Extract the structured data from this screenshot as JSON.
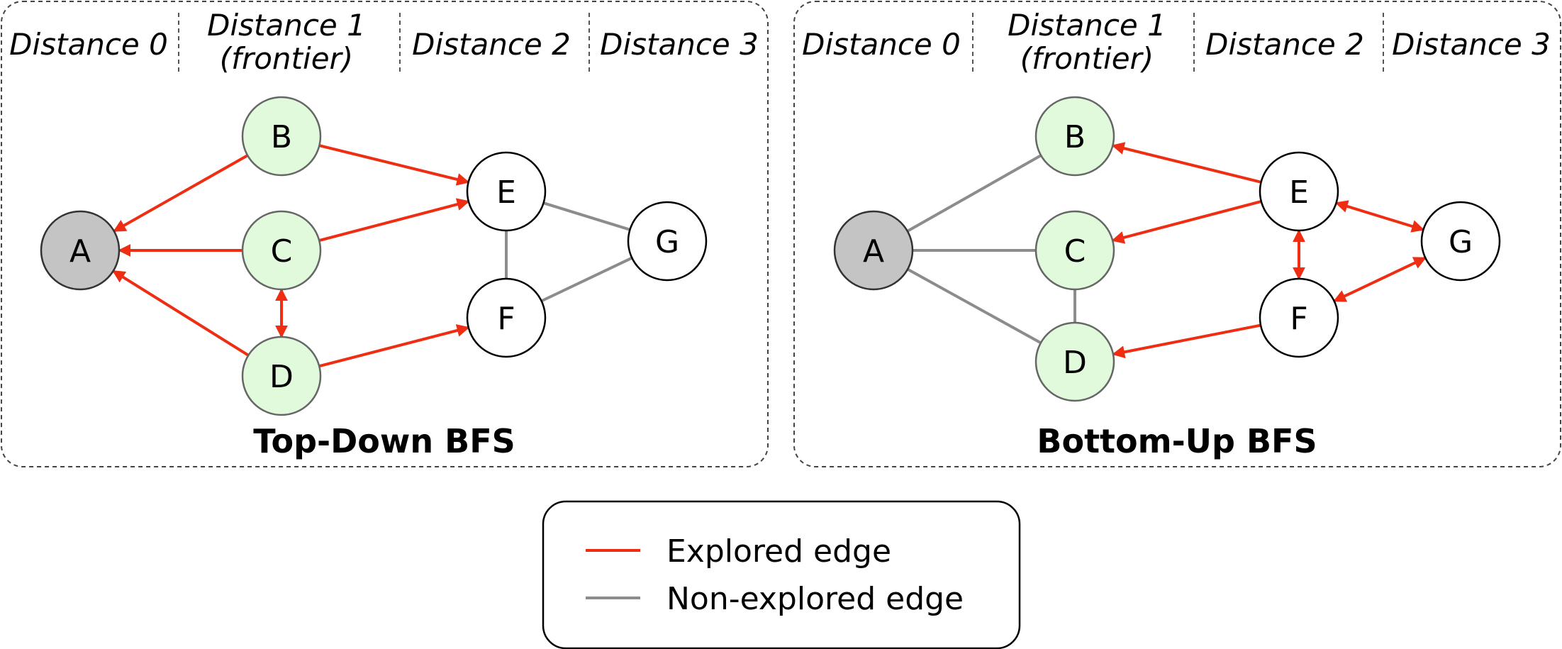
{
  "colors": {
    "explored": "#ee2d12",
    "non_explored": "#8c8c8c",
    "source_fill": "#c4c4c4",
    "frontier_fill": "#e1fadc",
    "default_fill": "#ffffff",
    "node_stroke": "#000000",
    "frontier_stroke": "#666666"
  },
  "panels": [
    {
      "id": "top-down",
      "title": "Top-Down BFS",
      "columns": [
        {
          "lines": [
            "Distance 0"
          ]
        },
        {
          "lines": [
            "Distance 1",
            "(frontier)"
          ]
        },
        {
          "lines": [
            "Distance 2"
          ]
        },
        {
          "lines": [
            "Distance 3"
          ]
        }
      ],
      "nodes": [
        {
          "id": "A",
          "label": "A",
          "state": "source"
        },
        {
          "id": "B",
          "label": "B",
          "state": "frontier"
        },
        {
          "id": "C",
          "label": "C",
          "state": "frontier"
        },
        {
          "id": "D",
          "label": "D",
          "state": "frontier"
        },
        {
          "id": "E",
          "label": "E",
          "state": "default"
        },
        {
          "id": "F",
          "label": "F",
          "state": "default"
        },
        {
          "id": "G",
          "label": "G",
          "state": "default"
        }
      ],
      "edges": [
        {
          "from": "B",
          "to": "A",
          "type": "explored",
          "arrow": "end"
        },
        {
          "from": "C",
          "to": "A",
          "type": "explored",
          "arrow": "end"
        },
        {
          "from": "D",
          "to": "A",
          "type": "explored",
          "arrow": "end"
        },
        {
          "from": "C",
          "to": "D",
          "type": "explored",
          "arrow": "both"
        },
        {
          "from": "B",
          "to": "E",
          "type": "explored",
          "arrow": "end"
        },
        {
          "from": "C",
          "to": "E",
          "type": "explored",
          "arrow": "end"
        },
        {
          "from": "D",
          "to": "F",
          "type": "explored",
          "arrow": "end"
        },
        {
          "from": "E",
          "to": "F",
          "type": "non_explored",
          "arrow": "none"
        },
        {
          "from": "E",
          "to": "G",
          "type": "non_explored",
          "arrow": "none"
        },
        {
          "from": "F",
          "to": "G",
          "type": "non_explored",
          "arrow": "none"
        }
      ]
    },
    {
      "id": "bottom-up",
      "title": "Bottom-Up BFS",
      "columns": [
        {
          "lines": [
            "Distance 0"
          ]
        },
        {
          "lines": [
            "Distance 1",
            "(frontier)"
          ]
        },
        {
          "lines": [
            "Distance 2"
          ]
        },
        {
          "lines": [
            "Distance 3"
          ]
        }
      ],
      "nodes": [
        {
          "id": "A",
          "label": "A",
          "state": "source"
        },
        {
          "id": "B",
          "label": "B",
          "state": "frontier"
        },
        {
          "id": "C",
          "label": "C",
          "state": "frontier"
        },
        {
          "id": "D",
          "label": "D",
          "state": "frontier"
        },
        {
          "id": "E",
          "label": "E",
          "state": "default"
        },
        {
          "id": "F",
          "label": "F",
          "state": "default"
        },
        {
          "id": "G",
          "label": "G",
          "state": "default"
        }
      ],
      "edges": [
        {
          "from": "A",
          "to": "B",
          "type": "non_explored",
          "arrow": "none"
        },
        {
          "from": "A",
          "to": "C",
          "type": "non_explored",
          "arrow": "none"
        },
        {
          "from": "A",
          "to": "D",
          "type": "non_explored",
          "arrow": "none"
        },
        {
          "from": "C",
          "to": "D",
          "type": "non_explored",
          "arrow": "none"
        },
        {
          "from": "E",
          "to": "B",
          "type": "explored",
          "arrow": "end"
        },
        {
          "from": "E",
          "to": "C",
          "type": "explored",
          "arrow": "end"
        },
        {
          "from": "F",
          "to": "D",
          "type": "explored",
          "arrow": "end"
        },
        {
          "from": "E",
          "to": "F",
          "type": "explored",
          "arrow": "both"
        },
        {
          "from": "E",
          "to": "G",
          "type": "explored",
          "arrow": "both"
        },
        {
          "from": "F",
          "to": "G",
          "type": "explored",
          "arrow": "both"
        }
      ]
    }
  ],
  "legend": {
    "items": [
      {
        "type": "explored",
        "label": "Explored edge"
      },
      {
        "type": "non_explored",
        "label": "Non-explored edge"
      }
    ]
  }
}
